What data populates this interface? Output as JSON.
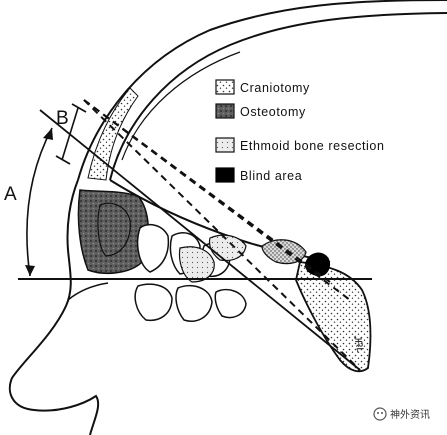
{
  "labels": {
    "a": "A",
    "b": "B",
    "signature": "JRL"
  },
  "legend": [
    {
      "key": "craniotomy",
      "label": "Craniotomy"
    },
    {
      "key": "osteotomy",
      "label": "Osteotomy"
    },
    {
      "key": "ethmoid",
      "label": "Ethmoid bone resection"
    },
    {
      "key": "blind",
      "label": "Blind area"
    }
  ],
  "watermark": {
    "text": "神外资讯"
  },
  "colors": {
    "ink": "#111111",
    "osteotomy_fill": "#6a6a6a",
    "blind_fill": "#000000"
  }
}
